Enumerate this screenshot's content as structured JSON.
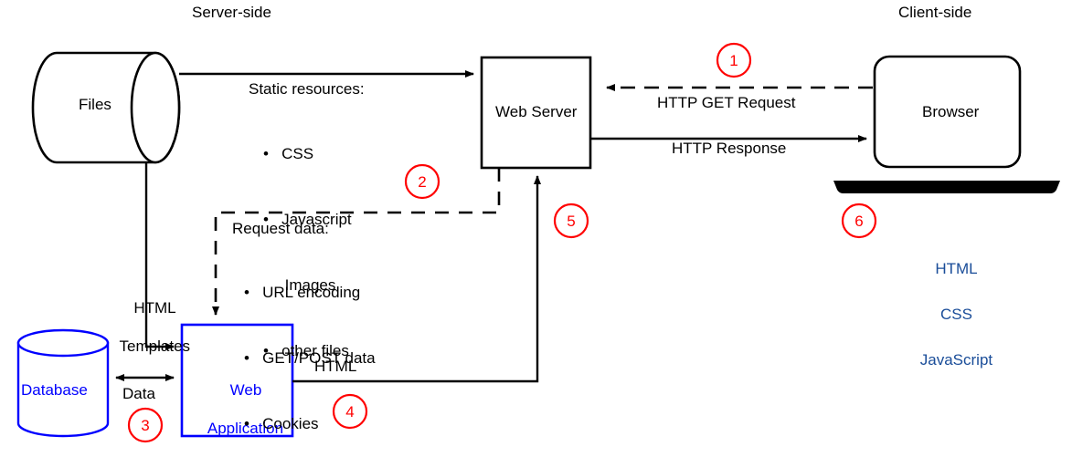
{
  "diagram": {
    "title_server": "Server-side",
    "title_client": "Client-side",
    "nodes": {
      "files": "Files",
      "web_server": "Web Server",
      "browser": "Browser",
      "database": "Database",
      "web_application_line1": "Web",
      "web_application_line2": "Application"
    },
    "labels": {
      "static_resources_heading": "Static resources:",
      "static_resources_items": [
        "CSS",
        "Javascript",
        "Images",
        "other files"
      ],
      "request_data_heading": "Request data:",
      "request_data_items": [
        "URL encoding",
        "GET/POST data",
        "Cookies"
      ],
      "http_get_request": "HTTP GET Request",
      "http_response": "HTTP Response",
      "html_templates_line1": "HTML",
      "html_templates_line2": "Templates",
      "data": "Data",
      "html": "HTML",
      "client_tech_line1": "HTML",
      "client_tech_line2": "CSS",
      "client_tech_line3": "JavaScript"
    },
    "steps": [
      {
        "id": "1",
        "label": "1"
      },
      {
        "id": "2",
        "label": "2"
      },
      {
        "id": "3",
        "label": "3"
      },
      {
        "id": "4",
        "label": "4"
      },
      {
        "id": "5",
        "label": "5"
      },
      {
        "id": "6",
        "label": "6"
      }
    ],
    "colors": {
      "stroke_black": "#000000",
      "stroke_blue": "#0000ff",
      "accent_red": "#ff0000",
      "text_darkblue": "#1a4d99",
      "background": "#ffffff"
    }
  }
}
